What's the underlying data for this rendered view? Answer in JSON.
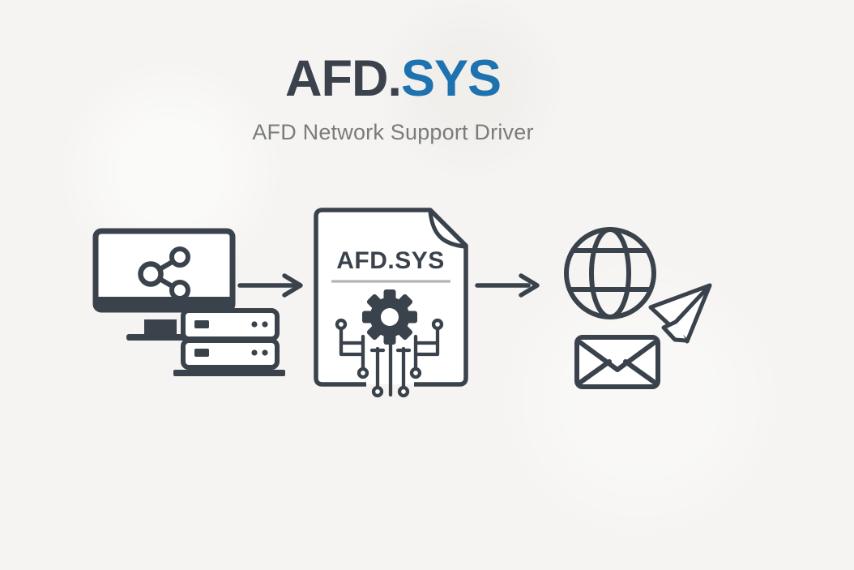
{
  "page": {
    "background_color": "#f5f4f2",
    "stroke_color": "#3a424c"
  },
  "header": {
    "title_primary": "AFD.",
    "title_accent": "SYS",
    "title_primary_color": "#3b424c",
    "title_accent_color": "#1e72b0",
    "subtitle": "AFD Network Support Driver",
    "subtitle_color": "#7b7b7b"
  },
  "diagram": {
    "file_label": "AFD.SYS",
    "file_label_rule_color": "#b3b3b3",
    "flow": [
      {
        "id": "source-system",
        "icons": [
          "monitor-share-icon",
          "server-stack-icon"
        ]
      },
      {
        "id": "driver-file",
        "label": "AFD.SYS",
        "icons": [
          "document-icon",
          "gear-icon",
          "circuit-traces-icon"
        ]
      },
      {
        "id": "network-output",
        "icons": [
          "globe-icon",
          "paper-plane-icon",
          "envelope-icon"
        ]
      }
    ],
    "connectors": [
      "arrow-right-icon",
      "arrow-right-icon"
    ]
  }
}
